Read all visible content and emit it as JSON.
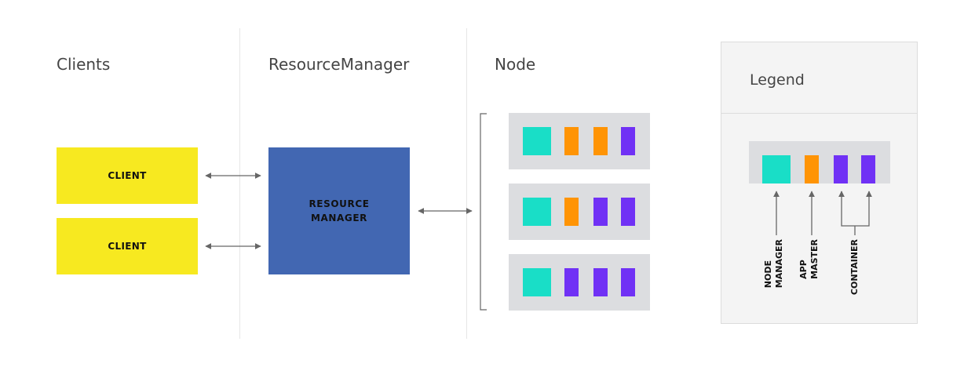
{
  "columns": {
    "clients_title": "Clients",
    "resource_manager_title": "ResourceManager",
    "node_title": "Node"
  },
  "clients": [
    {
      "label": "CLIENT"
    },
    {
      "label": "CLIENT"
    }
  ],
  "resource_manager": {
    "label_line1": "RESOURCE",
    "label_line2": "MANAGER"
  },
  "nodes": [
    {
      "blocks": [
        "node-manager",
        "app-master",
        "app-master",
        "container"
      ]
    },
    {
      "blocks": [
        "node-manager",
        "app-master",
        "container",
        "container"
      ]
    },
    {
      "blocks": [
        "node-manager",
        "container",
        "container",
        "container"
      ]
    }
  ],
  "legend": {
    "title": "Legend",
    "node_manager_line1": "NODE",
    "node_manager_line2": "MANAGER",
    "app_master_line1": "APP",
    "app_master_line2": "MASTER",
    "container_label": "CONTAINER"
  },
  "colors": {
    "client": "#f7e920",
    "resource_manager": "#4267b2",
    "node_row_bg": "#dcdde0",
    "node_manager": "#19dec7",
    "app_master": "#ff9405",
    "container": "#7031f5",
    "arrow": "#666666"
  }
}
